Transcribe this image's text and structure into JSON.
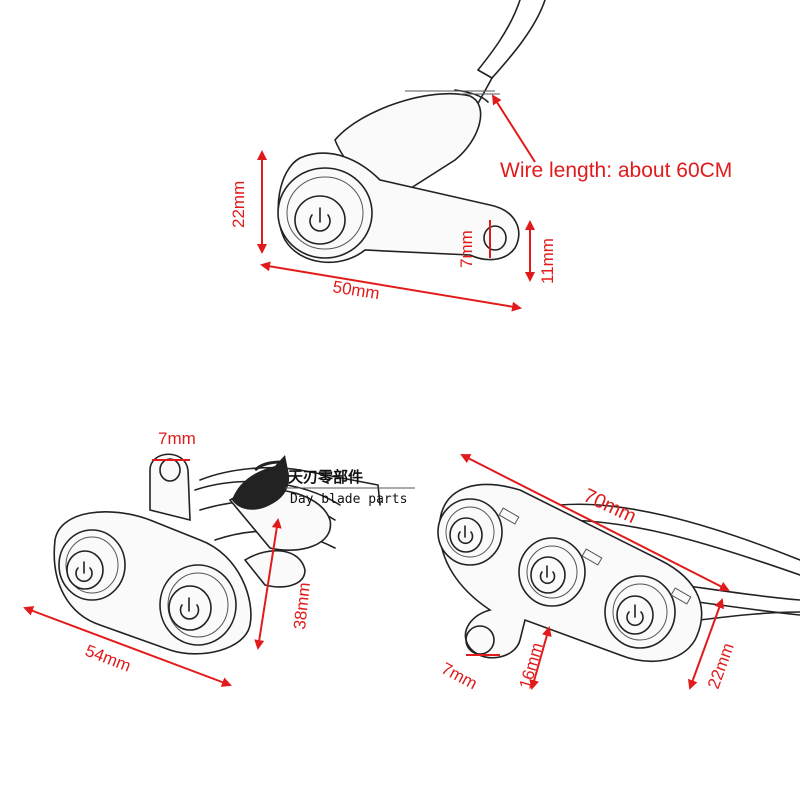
{
  "switches": {
    "single": {
      "height_label": "22mm",
      "width_label": "50mm",
      "hole_label": "7mm",
      "tab_label": "11mm",
      "wire_length_label": "Wire length: about 60CM"
    },
    "double": {
      "tab_label": "7mm",
      "width_label": "54mm",
      "height_label": "38mm"
    },
    "triple": {
      "width_label": "70mm",
      "hole_label": "7mm",
      "tab_label": "16mm",
      "height_label": "22mm"
    }
  },
  "watermark": {
    "chinese": "天刃零部件",
    "english": "Day blade parts"
  },
  "colors": {
    "dimension": "#e11b1b",
    "line_art": "#222222"
  },
  "icons": [
    "power-icon",
    "bull-logo-icon"
  ]
}
